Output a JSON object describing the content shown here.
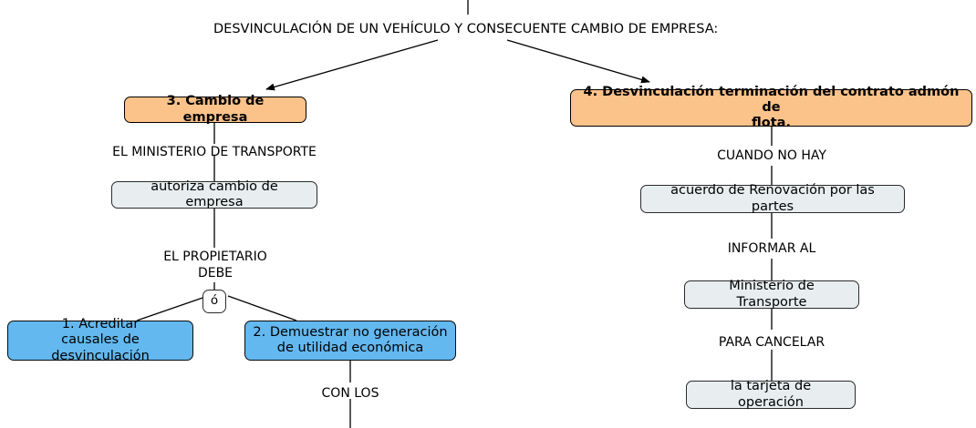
{
  "diagram": {
    "title": "DESVINCULACIÓN DE UN VEHÍCULO Y CONSECUENTE CAMBIO DE EMPRESA:",
    "left_branch": {
      "header": "3. Cambio de empresa",
      "label_1": "EL MINISTERIO DE TRANSPORTE",
      "node_1": "autoriza cambio de empresa",
      "label_2_line1": "EL PROPIETARIO",
      "label_2_line2": "DEBE",
      "connector": "ó",
      "option_a_line1": "1. Acreditar",
      "option_a_line2": "causales de desvinculación",
      "option_b_line1": "2. Demuestrar no generación",
      "option_b_line2": "de utilidad económica",
      "label_3": "CON LOS"
    },
    "right_branch": {
      "header_line1": "4. Desvinculación terminación del contrato admón de",
      "header_line2": "flota.",
      "label_1": "CUANDO NO HAY",
      "node_1": "acuerdo de Renovación por las partes",
      "label_2": "INFORMAR AL",
      "node_2": "Ministerio de Transporte",
      "label_3": "PARA CANCELAR",
      "node_3": "la tarjeta de operación"
    }
  },
  "colors": {
    "orange": "#fbc28a",
    "blue": "#63b8f0",
    "grey": "#e8eef0",
    "line": "#000000"
  }
}
